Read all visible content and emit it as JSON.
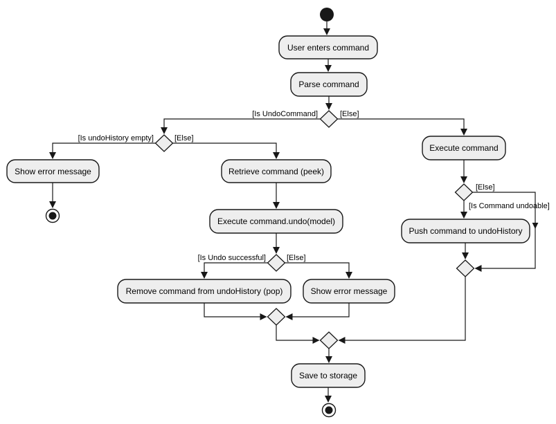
{
  "diagram": {
    "kind": "uml-activity-diagram",
    "colors": {
      "background": "#FFFFFF",
      "node_fill": "#EEEEEE",
      "node_border": "#181818",
      "edge_color": "#181818",
      "text_color": "#000000"
    },
    "nodes": {
      "user_enters_command": "User enters command",
      "parse_command": "Parse command",
      "execute_command": "Execute command",
      "show_error_message_left": "Show error message",
      "retrieve_command_peek": "Retrieve command (peek)",
      "execute_command_undo": "Execute command.undo(model)",
      "remove_command_pop": "Remove command from undoHistory (pop)",
      "show_error_message_mid": "Show error message",
      "push_command_to_undohistory": "Push command to undoHistory",
      "save_to_storage": "Save to storage"
    },
    "guards": {
      "is_undo_command": "[Is UndoCommand]",
      "else_top": "[Else]",
      "is_undohistory_empty": "[Is undoHistory empty]",
      "else_left": "[Else]",
      "is_undo_successful": "[Is Undo successful]",
      "else_mid": "[Else]",
      "else_right": "[Else]",
      "is_command_undoable": "[Is Command undoable]"
    }
  }
}
